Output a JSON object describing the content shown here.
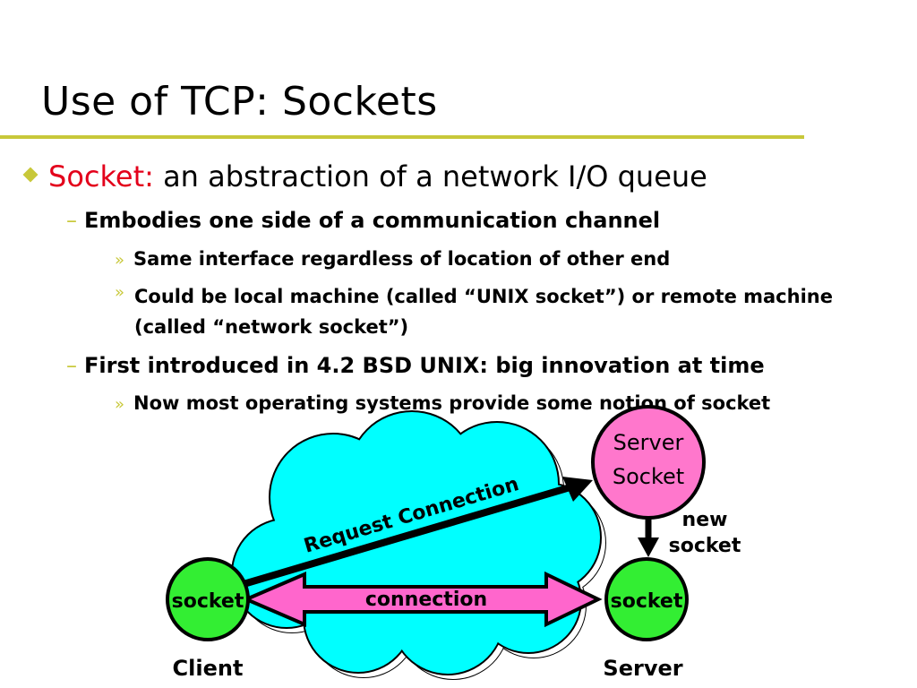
{
  "slide": {
    "title": "Use of TCP: Sockets",
    "bullets": {
      "b1_keyword": "Socket:",
      "b1_text": "an abstraction of a network I/O queue",
      "b1_1": "Embodies one side of a communication channel",
      "b1_1_1": "Same interface regardless of location of other end",
      "b1_1_2": "Could be local machine (called “UNIX socket”) or remote machine (called “network socket”)",
      "b1_2": "First introduced in 4.2 BSD UNIX: big innovation at time",
      "b1_2_1": "Now most operating systems provide some notion of socket"
    },
    "markers": {
      "level2": "–",
      "level3": "»"
    }
  },
  "diagram": {
    "server_socket_line1": "Server",
    "server_socket_line2": "Socket",
    "new_socket_line1": "new",
    "new_socket_line2": "socket",
    "request_label": "Request Connection",
    "connection_label": "connection",
    "client_socket": "socket",
    "server_socket": "socket",
    "client_label": "Client",
    "server_label": "Server",
    "colors": {
      "cloud": "#00ffff",
      "socket_node": "#33ee33",
      "server_socket_node": "#ff77cc",
      "connection_arrow": "#ff66cc",
      "accent": "#c8c83a",
      "keyword": "#e3001b"
    }
  }
}
